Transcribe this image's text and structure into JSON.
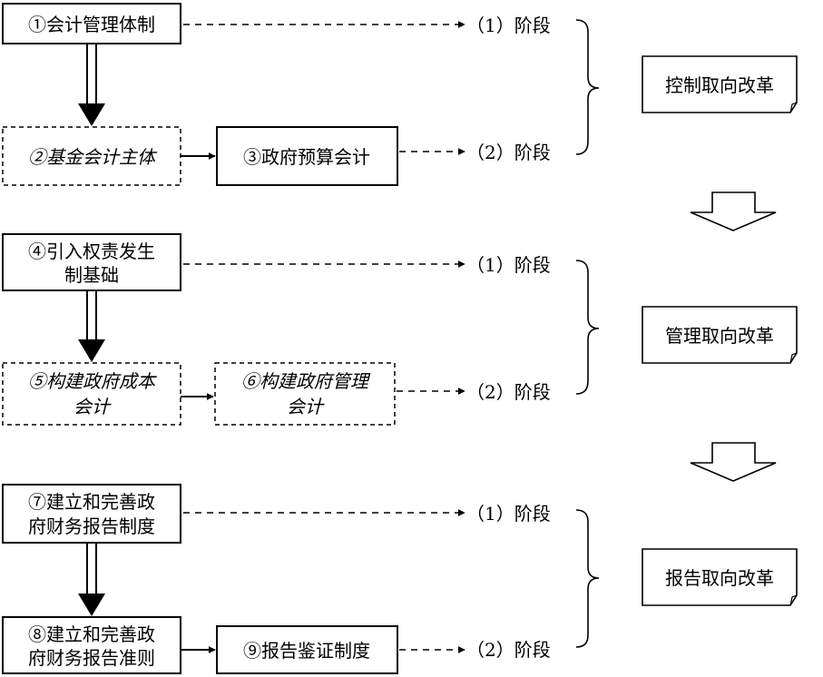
{
  "boxes": {
    "b1": [
      "①会计管理体制"
    ],
    "b2": [
      "②基金会计主体"
    ],
    "b3": [
      "③政府预算会计"
    ],
    "b4": [
      "④引入权责发生",
      "制基础"
    ],
    "b5": [
      "⑤构建政府成本",
      "会计"
    ],
    "b6": [
      "⑥构建政府管理",
      "会计"
    ],
    "b7": [
      "⑦建立和完善政",
      "府财务报告制度"
    ],
    "b8": [
      "⑧建立和完善政",
      "府财务报告准则"
    ],
    "b9": [
      "⑨报告鉴证制度"
    ]
  },
  "stages": {
    "s1": "（1）阶段",
    "s2": "（2）阶段"
  },
  "reforms": {
    "r1": "控制取向改革",
    "r2": "管理取向改革",
    "r3": "报告取向改革"
  }
}
